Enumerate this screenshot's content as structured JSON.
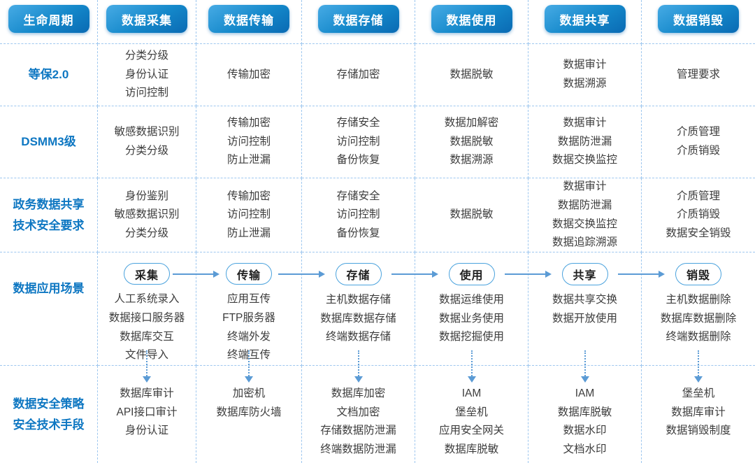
{
  "palette": {
    "header_gradient_start": "#47abe5",
    "header_gradient_end": "#0a6ab3",
    "label_blue": "#0e77c2",
    "dash_line_blue": "#9ec7ef",
    "arrow_blue": "#5b9bd5",
    "pill_border_blue": "#4aa2dd",
    "cell_text": "#3d3d3d"
  },
  "header": {
    "columns": [
      "生命周期",
      "数据采集",
      "数据传输",
      "数据存储",
      "数据使用",
      "数据共享",
      "数据销毁"
    ]
  },
  "standard_rows": [
    {
      "label": [
        "等保2.0"
      ],
      "cells": [
        [
          "分类分级",
          "身份认证",
          "访问控制"
        ],
        [
          "传输加密"
        ],
        [
          "存储加密"
        ],
        [
          "数据脱敏"
        ],
        [
          "数据审计",
          "数据溯源"
        ],
        [
          "管理要求"
        ]
      ]
    },
    {
      "label": [
        "DSMM3级"
      ],
      "cells": [
        [
          "敏感数据识别",
          "分类分级"
        ],
        [
          "传输加密",
          "访问控制",
          "防止泄漏"
        ],
        [
          "存储安全",
          "访问控制",
          "备份恢复"
        ],
        [
          "数据加解密",
          "数据脱敏",
          "数据溯源"
        ],
        [
          "数据审计",
          "数据防泄漏",
          "数据交换监控"
        ],
        [
          "介质管理",
          "介质销毁"
        ]
      ]
    },
    {
      "label": [
        "政务数据共享",
        "技术安全要求"
      ],
      "cells": [
        [
          "身份鉴别",
          "敏感数据识别",
          "分类分级"
        ],
        [
          "传输加密",
          "访问控制",
          "防止泄漏"
        ],
        [
          "存储安全",
          "访问控制",
          "备份恢复"
        ],
        [
          "数据脱敏"
        ],
        [
          "数据审计",
          "数据防泄漏",
          "数据交换监控",
          "数据追踪溯源"
        ],
        [
          "介质管理",
          "介质销毁",
          "数据安全销毁"
        ]
      ]
    }
  ],
  "scenario_row": {
    "label": [
      "数据应用场景"
    ],
    "stages": [
      {
        "pill": "采集",
        "items": [
          "人工系统录入",
          "数据接口服务器",
          "数据库交互",
          "文件导入"
        ]
      },
      {
        "pill": "传输",
        "items": [
          "应用互传",
          "FTP服务器",
          "终端外发",
          "终端互传"
        ]
      },
      {
        "pill": "存储",
        "items": [
          "主机数据存储",
          "数据库数据存储",
          "终端数据存储"
        ]
      },
      {
        "pill": "使用",
        "items": [
          "数据运维使用",
          "数据业务使用",
          "数据挖掘使用"
        ]
      },
      {
        "pill": "共享",
        "items": [
          "数据共享交换",
          "数据开放使用"
        ]
      },
      {
        "pill": "销毁",
        "items": [
          "主机数据删除",
          "数据库数据删除",
          "终端数据删除"
        ]
      }
    ]
  },
  "security_row": {
    "label": [
      "数据安全策略",
      "安全技术手段"
    ],
    "cells": [
      [
        "数据库审计",
        "API接口审计",
        "身份认证"
      ],
      [
        "加密机",
        "数据库防火墙"
      ],
      [
        "数据库加密",
        "文档加密",
        "存储数据防泄漏",
        "终端数据防泄漏"
      ],
      [
        "IAM",
        "堡垒机",
        "应用安全网关",
        "数据库脱敏"
      ],
      [
        "IAM",
        "数据库脱敏",
        "数据水印",
        "文档水印"
      ],
      [
        "堡垒机",
        "数据库审计",
        "数据销毁制度"
      ]
    ]
  }
}
